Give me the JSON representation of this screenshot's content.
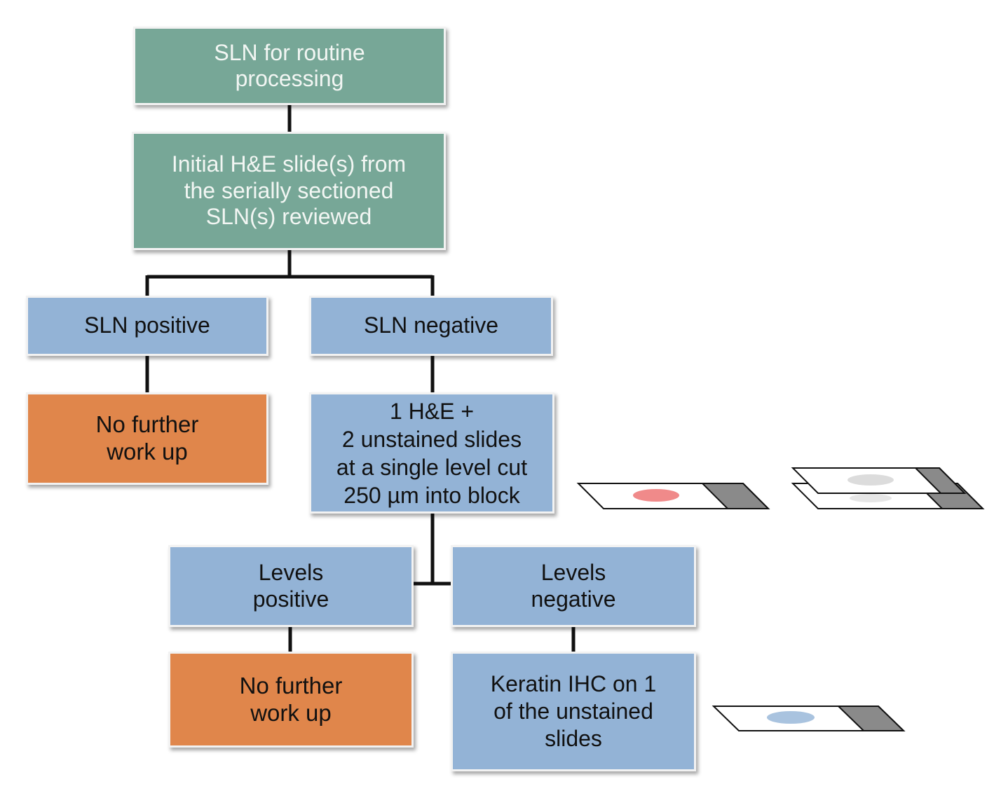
{
  "nodes": {
    "start": "SLN for routine\nprocessing",
    "initial_review": "Initial H&E slide(s) from\nthe serially sectioned\nSLN(s) reviewed",
    "sln_positive": "SLN positive",
    "sln_negative": "SLN negative",
    "no_further_1": "No further\nwork up",
    "levels_cut": "1 H&E +\n2 unstained slides\nat a single level cut\n250 µm into block",
    "levels_positive": "Levels\npositive",
    "levels_negative": "Levels\nnegative",
    "no_further_2": "No further\nwork up",
    "keratin_ihc": "Keratin IHC on 1\nof the unstained\nslides"
  },
  "colors": {
    "teal": "#77a797",
    "blue": "#93b3d6",
    "orange": "#e0864b",
    "he_stain": "#f08a8a",
    "unstained": "#dcdcdc",
    "ihc_stain": "#a9c3df",
    "slide_label": "#8a8a8a"
  },
  "slides": [
    {
      "name": "he-slide",
      "stain": "he_stain"
    },
    {
      "name": "unstained-slide-pair",
      "stain": "unstained",
      "count": 2
    },
    {
      "name": "ihc-slide",
      "stain": "ihc_stain"
    }
  ]
}
